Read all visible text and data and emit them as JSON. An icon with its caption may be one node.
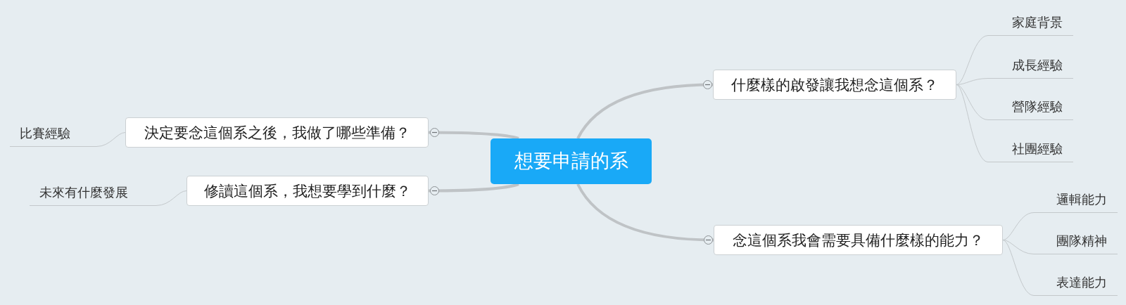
{
  "diagram": {
    "nodes": [
      {
        "text": [
          "想要申請的系"
        ]
      },
      {
        "text": [
          "什麼樣的啟發讓我想念這個系？"
        ]
      },
      {
        "text": [
          "家庭背景"
        ]
      },
      {
        "text": [
          "成長經驗"
        ]
      },
      {
        "text": [
          "營隊經驗"
        ]
      },
      {
        "text": [
          "社團經驗"
        ]
      },
      {
        "text": [
          "念這個系我會需要具備什麼樣的能力？"
        ]
      },
      {
        "text": [
          "邏輯能力"
        ]
      },
      {
        "text": [
          "團隊精神"
        ]
      },
      {
        "text": [
          "表達能力"
        ]
      },
      {
        "text": [
          "決定要念這個系之後，我做了哪些準備？"
        ]
      },
      {
        "text": [
          "比賽經驗"
        ]
      },
      {
        "text": [
          "修讀這個系，我想要學到什麼？"
        ]
      },
      {
        "text": [
          "未來有什麼發展"
        ]
      }
    ],
    "edges": [
      {
        "from": 0,
        "to": 1,
        "arrow": "none",
        "style": "thick"
      },
      {
        "from": 1,
        "to": 2,
        "arrow": "none"
      },
      {
        "from": 1,
        "to": 3,
        "arrow": "none"
      },
      {
        "from": 1,
        "to": 4,
        "arrow": "none"
      },
      {
        "from": 1,
        "to": 5,
        "arrow": "none"
      },
      {
        "from": 0,
        "to": 6,
        "arrow": "none",
        "style": "thick"
      },
      {
        "from": 6,
        "to": 7,
        "arrow": "none"
      },
      {
        "from": 6,
        "to": 8,
        "arrow": "none"
      },
      {
        "from": 6,
        "to": 9,
        "arrow": "none"
      },
      {
        "from": 0,
        "to": 10,
        "arrow": "none",
        "style": "thick"
      },
      {
        "from": 10,
        "to": 11,
        "arrow": "none"
      },
      {
        "from": 0,
        "to": 12,
        "arrow": "none",
        "style": "thick"
      },
      {
        "from": 12,
        "to": 13,
        "arrow": "none"
      }
    ]
  }
}
